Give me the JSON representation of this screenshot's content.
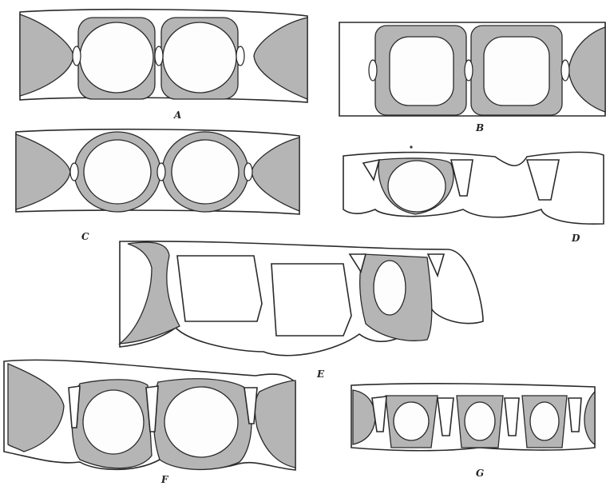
{
  "figures": [
    {
      "id": "A",
      "label": "A"
    },
    {
      "id": "B",
      "label": "B"
    },
    {
      "id": "C",
      "label": "C"
    },
    {
      "id": "D",
      "label": "D"
    },
    {
      "id": "E",
      "label": "E"
    },
    {
      "id": "F",
      "label": "F"
    },
    {
      "id": "G",
      "label": "G"
    }
  ],
  "colors": {
    "ink": "#2a2a2a",
    "thickening": "#b5b5b5",
    "paper": "#ffffff"
  }
}
